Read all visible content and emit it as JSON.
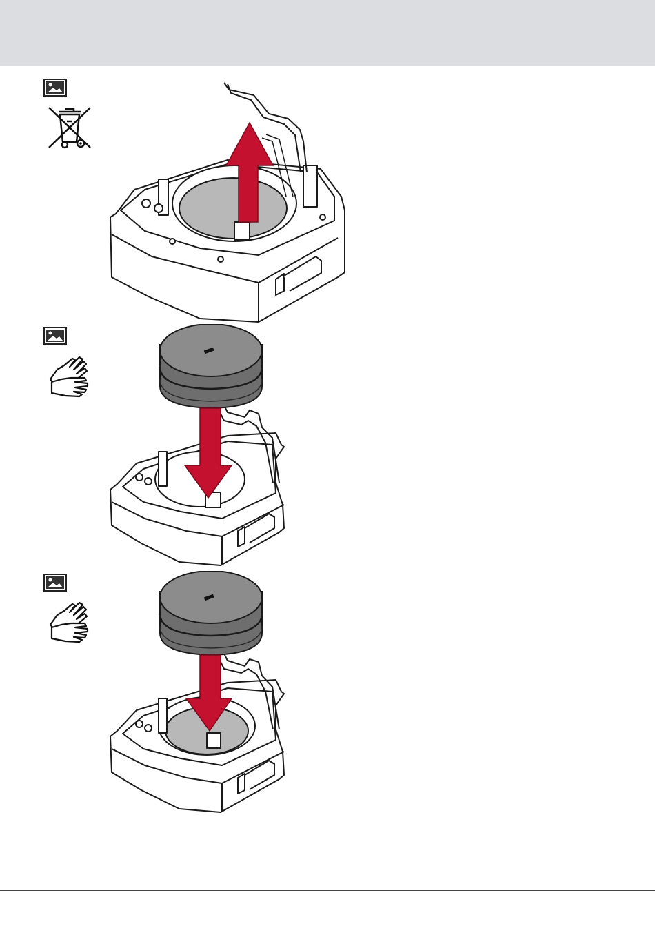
{
  "document": {
    "colors": {
      "header_band": "#dcdde1",
      "arrow_red": "#c4112f",
      "outline": "#1a1a1a",
      "disc_gray": "#b5b5b5",
      "canister_dark": "#6e6e6e"
    },
    "steps": [
      {
        "image_icon": "image-placeholder-icon",
        "side_icon": "weee-crossed-bin-icon",
        "illustration": "remove-filter-arrow-up"
      },
      {
        "image_icon": "image-placeholder-icon",
        "side_icon": "gloves-hands-icon",
        "illustration": "insert-canister-arrow-down"
      },
      {
        "image_icon": "image-placeholder-icon",
        "side_icon": "gloves-hands-icon",
        "illustration": "seat-canister-arrow-down"
      }
    ]
  }
}
